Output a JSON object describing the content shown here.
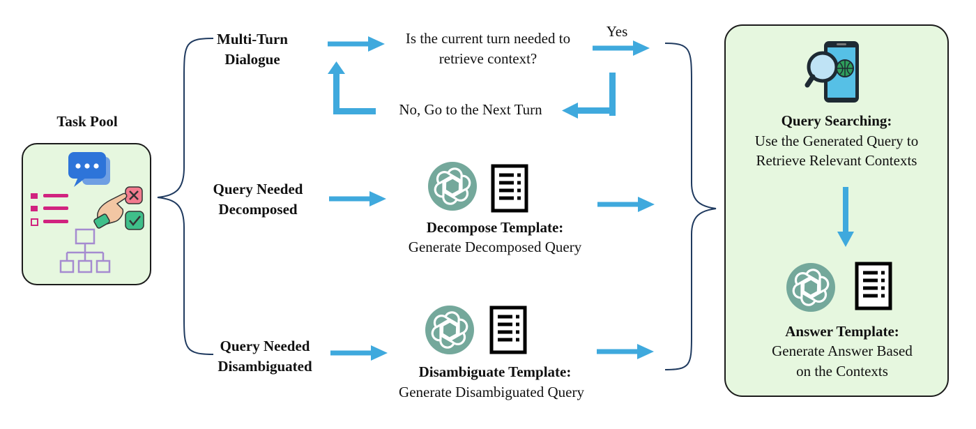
{
  "task_pool": {
    "title": "Task Pool"
  },
  "branches": {
    "multi_turn": {
      "label_line1": "Multi-Turn",
      "label_line2": "Dialogue"
    },
    "decomposed": {
      "label_line1": "Query Needed",
      "label_line2": "Decomposed"
    },
    "disambiguated": {
      "label_line1": "Query Needed",
      "label_line2": "Disambiguated"
    }
  },
  "loop": {
    "question_line1": "Is the current turn needed to",
    "question_line2": "retrieve context?",
    "yes": "Yes",
    "no": "No, Go to the Next Turn"
  },
  "decompose_template": {
    "title": "Decompose Template:",
    "desc": "Generate Decomposed Query"
  },
  "disambiguate_template": {
    "title": "Disambiguate Template:",
    "desc": "Generate Disambiguated Query"
  },
  "right_panel": {
    "search_title": "Query Searching:",
    "search_desc_line1": "Use the Generated Query to",
    "search_desc_line2": "Retrieve Relevant Contexts",
    "answer_title": "Answer Template:",
    "answer_desc_line1": "Generate Answer Based",
    "answer_desc_line2": "on the Contexts"
  },
  "colors": {
    "arrow": "#3fa9dd",
    "panel_fill": "#e6f7df",
    "gpt_circle": "#74a89b",
    "brace": "#1f3a5f"
  },
  "icons": [
    "task-pool-illustration",
    "openai-logo-icon",
    "document-list-icon",
    "phone-search-globe-icon"
  ]
}
